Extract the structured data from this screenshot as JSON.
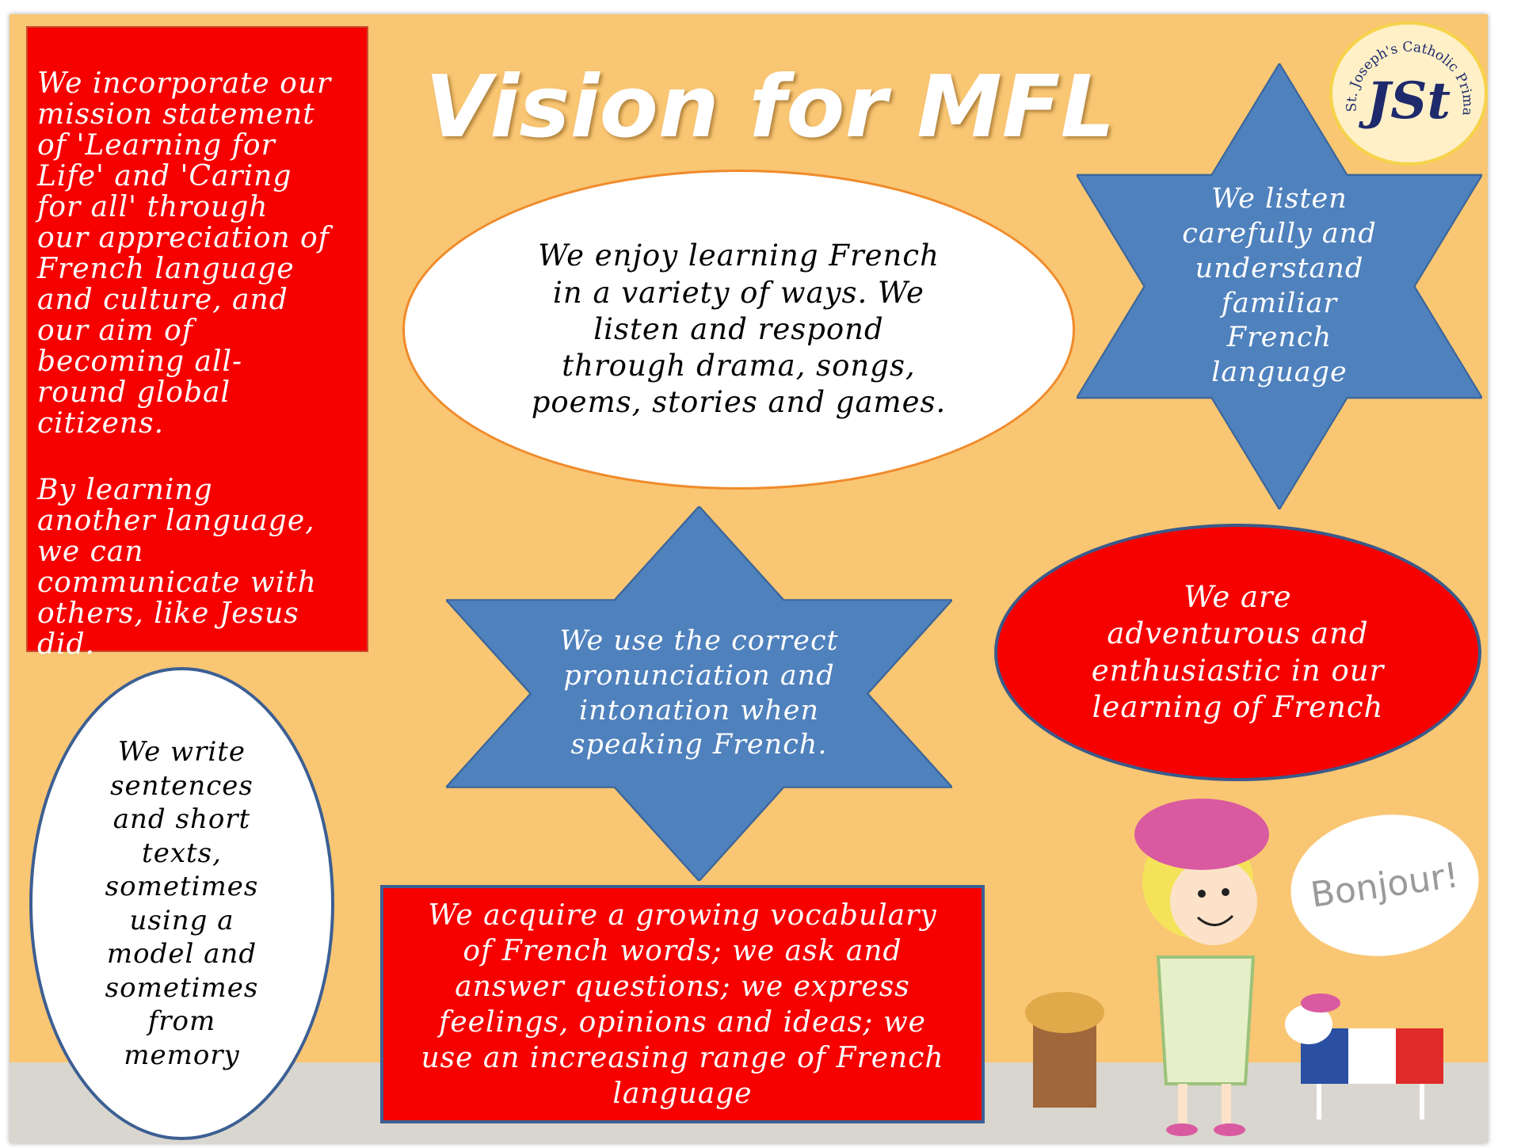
{
  "title": "Vision for MFL",
  "logo": {
    "text": "St. Joseph's Catholic Primary School",
    "monogram": "JSt"
  },
  "mission_box": {
    "paragraph1": "We incorporate our\nmission statement\nof 'Learning for\nLife' and 'Caring\nfor all' through\nour appreciation of\nFrench language\nand culture, and\nour aim of\nbecoming all-\nround global\ncitizens.",
    "paragraph2": "By learning\nanother language,\nwe can\ncommunicate with\nothers, like Jesus\ndid."
  },
  "enjoy_ellipse": "We enjoy learning French\nin a variety of ways. We\nlisten and respond\nthrough drama, songs,\npoems, stories and games.",
  "listen_star": "We listen\ncarefully and\nunderstand\nfamiliar\nFrench\nlanguage",
  "pronunciation_star": "We use the correct\npronunciation and\nintonation when\nspeaking French.",
  "adventurous_ellipse": "We are\nadventurous and\nenthusiastic in our\nlearning of French",
  "write_ellipse": "We write\nsentences\nand short\ntexts,\nsometimes\nusing a\nmodel and\nsometimes\nfrom\nmemory",
  "vocabulary_box": "We acquire a growing vocabulary\nof French words; we ask and\nanswer questions; we express\nfeelings, opinions and ideas; we\nuse an increasing range of French\nlanguage",
  "speech_bubble": "Bonjour!",
  "colors": {
    "background": "#f9c673",
    "red": "#f70000",
    "blue": "#4f81bd",
    "white": "#ffffff"
  }
}
